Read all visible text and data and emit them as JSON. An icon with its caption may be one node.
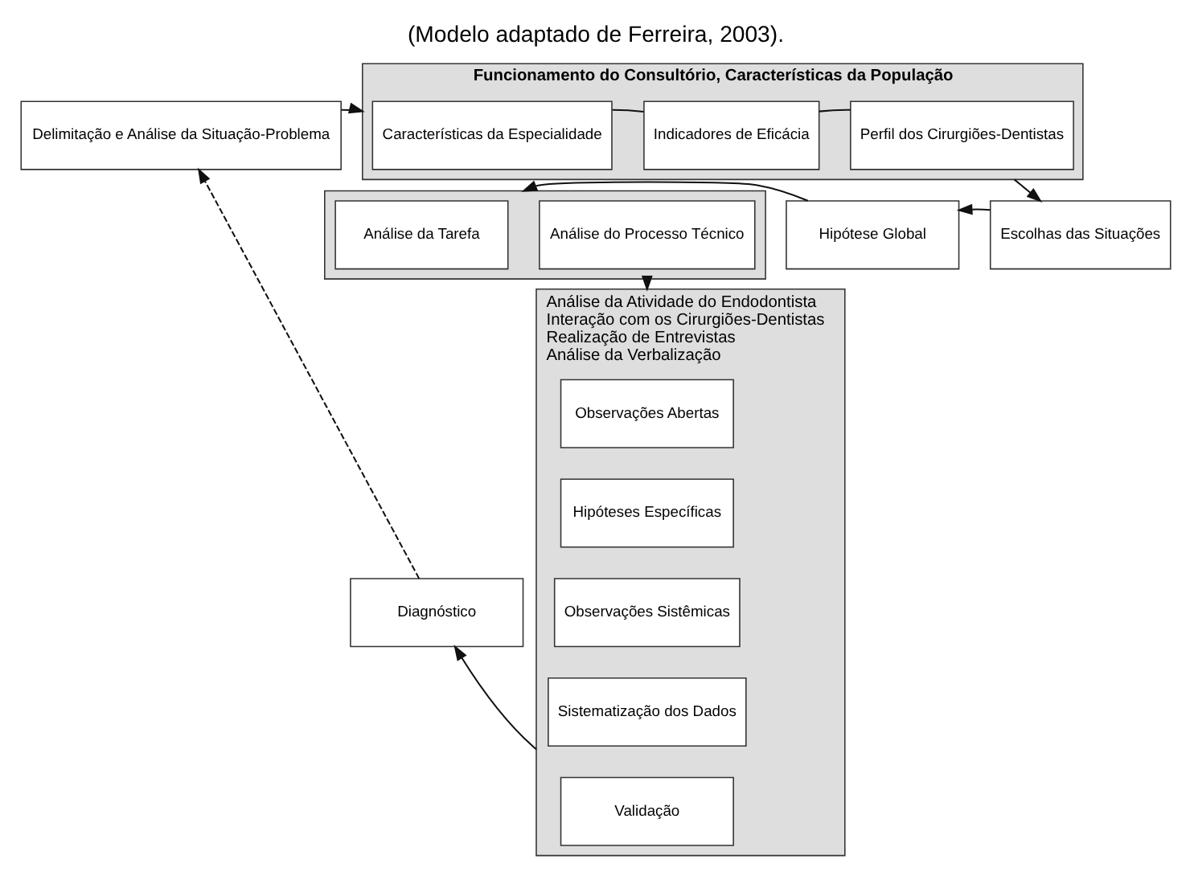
{
  "diagram": {
    "caption": "(Modelo adaptado de Ferreira, 2003).",
    "nodes": [
      {
        "text": [
          "Delimitação e Análise da Situação-Problema"
        ]
      },
      {
        "text": [
          "Funcionamento do Consultório, Características da População"
        ]
      },
      {
        "text": [
          "Características da Especialidade"
        ],
        "in": 1
      },
      {
        "text": [
          "Indicadores de Eficácia"
        ],
        "in": 1
      },
      {
        "text": [
          "Perfil dos Cirurgiões-Dentistas"
        ],
        "in": 1
      },
      {
        "text": [],
        "shape": "box"
      },
      {
        "text": [
          "Análise da Tarefa"
        ],
        "in": 5
      },
      {
        "text": [
          "Análise do Processo Técnico"
        ],
        "in": 5
      },
      {
        "text": [
          "Hipótese Global"
        ]
      },
      {
        "text": [
          "Escolhas das Situações"
        ]
      },
      {
        "text": [
          "Análise da Atividade do Endodontista",
          "Interação com os Cirurgiões-Dentistas",
          "Realização de Entrevistas",
          "Análise da Verbalização"
        ]
      },
      {
        "text": [
          "Observações Abertas"
        ],
        "in": 10
      },
      {
        "text": [
          "Hipóteses Específicas"
        ],
        "in": 10
      },
      {
        "text": [
          "Observações Sistêmicas"
        ],
        "in": 10
      },
      {
        "text": [
          "Sistematização dos Dados"
        ],
        "in": 10
      },
      {
        "text": [
          "Validação"
        ],
        "in": 10
      },
      {
        "text": [
          "Diagnóstico"
        ]
      }
    ],
    "edges": [
      {
        "from": 16,
        "to": 0,
        "arrow": "to",
        "style": "dashed"
      },
      {
        "from": 0,
        "to": 1,
        "arrow": "to"
      },
      {
        "from": 2,
        "to": 3,
        "arrow": "none"
      },
      {
        "from": 3,
        "to": 4,
        "arrow": "none"
      },
      {
        "from": 1,
        "to": 9,
        "arrow": "to"
      },
      {
        "from": 9,
        "to": 8,
        "arrow": "to"
      },
      {
        "from": 8,
        "to": 5,
        "arrow": "to"
      },
      {
        "from": 5,
        "to": 10,
        "arrow": "to"
      },
      {
        "from": 10,
        "to": 16,
        "arrow": "to"
      }
    ]
  }
}
